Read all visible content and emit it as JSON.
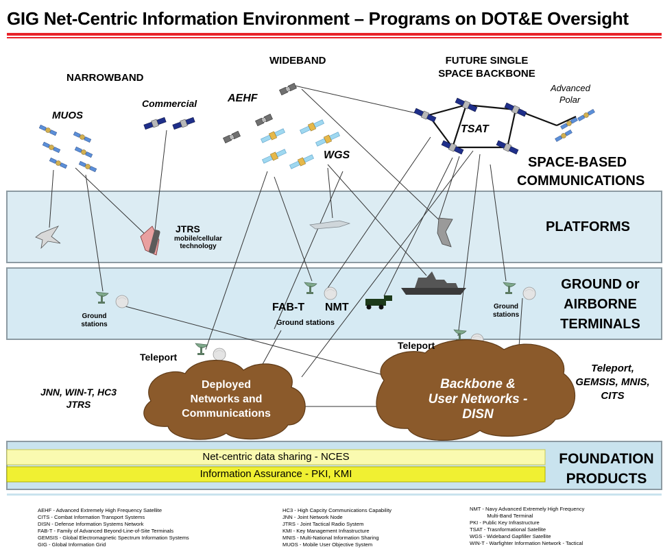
{
  "title": "GIG Net-Centric Information Environment – Programs on DOT&E Oversight",
  "layers": {
    "space": [
      "SPACE-BASED",
      "COMMUNICATIONS"
    ],
    "platforms": "PLATFORMS",
    "ground": [
      "GROUND or",
      "AIRBORNE",
      "TERMINALS"
    ],
    "foundation": [
      "FOUNDATION",
      "PRODUCTS"
    ]
  },
  "space_labels": {
    "narrowband": "NARROWBAND",
    "wideband": "WIDEBAND",
    "future": [
      "FUTURE SINGLE",
      "SPACE BACKBONE"
    ],
    "muos": "MUOS",
    "commercial": "Commercial",
    "aehf": "AEHF",
    "wgs": "WGS",
    "tsat": "TSAT",
    "advanced_polar": [
      "Advanced",
      "Polar"
    ]
  },
  "platform_labels": {
    "jtrs": "JTRS",
    "jtrs_sub": [
      "mobile/cellular",
      "technology"
    ]
  },
  "ground_labels": {
    "ground_stations_left": [
      "Ground",
      "stations"
    ],
    "fabt": "FAB-T",
    "nmt": "NMT",
    "ground_stations_mid": "Ground stations",
    "ground_stations_right": [
      "Ground",
      "stations"
    ]
  },
  "network_labels": {
    "teleport_left": "Teleport",
    "teleport_right": "Teleport",
    "left_programs": [
      "JNN, WIN-T, HC3",
      "JTRS"
    ],
    "right_programs": [
      "Teleport,",
      "GEMSIS, MNIS,",
      "CITS"
    ],
    "deployed_cloud": [
      "Deployed",
      "Networks and",
      "Communications"
    ],
    "backbone_cloud": [
      "Backbone &",
      "User Networks -",
      "DISN"
    ]
  },
  "foundation": {
    "bar1": "Net-centric data sharing  - NCES",
    "bar2": "Information Assurance - PKI, KMI"
  },
  "legend": {
    "col1": [
      "AEHF - Advanced Extremely High Frequency Satellite",
      "CITS - Combat Information Transport Systems",
      "DISN - Defense Information Systems Network",
      "FAB-T - Family of Advanced Beyond-Line-of-Site Terminals",
      "GEMSIS - Global Electromagnetic Spectrum Information  Systems",
      "GIG - Global Information Grid"
    ],
    "col2": [
      "HC3 - High Capcity Communications Capability",
      "JNN - Joint Network Node",
      "JTRS - Joint Tactical Radio System",
      "KMI - Key Management Infrastructure",
      "MNIS - Multi-National Information Sharing",
      "MUOS - Mobile User Objective System"
    ],
    "col3": [
      "NMT - Navy Advanced Extremely High Frequency",
      "            Multi-Band Terminal",
      "PKI - Public Key Infrastructure",
      "TSAT - Trasnformational Satellite",
      "WGS - Wideband Gapfiller Satellite",
      "WIN-T - Warfighter Information Network - Tactical"
    ]
  },
  "colors": {
    "red_rule": "#e8232a",
    "platform_band": "#dcecf3",
    "ground_band": "#d6eaf3",
    "foundation_band": "#c9e3ee",
    "cloud": "#8b5a2b",
    "bar1": "#fafab0",
    "bar2": "#f0f032"
  }
}
